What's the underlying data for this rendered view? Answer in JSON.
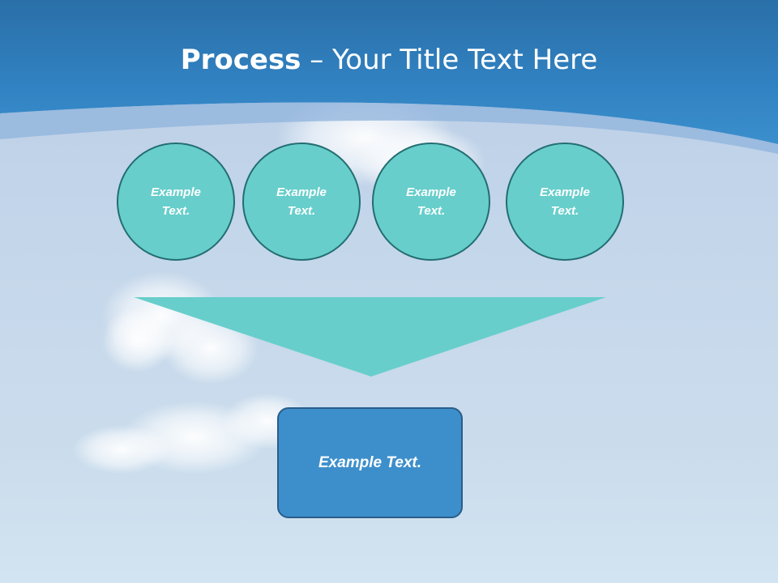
{
  "title": {
    "bold": "Process",
    "rest": " – Your Title Text Here"
  },
  "circles": [
    {
      "text": "Example Text."
    },
    {
      "text": "Example Text."
    },
    {
      "text": "Example Text."
    },
    {
      "text": "Example Text."
    }
  ],
  "result_box": {
    "text": "Example Text."
  },
  "colors": {
    "header_blue": "#2f7fbf",
    "circle_fill": "#67cecb",
    "circle_border": "#236e72",
    "funnel_fill": "#67cecb",
    "box_fill": "#3d8fcb",
    "box_border": "#2a5d8a"
  }
}
